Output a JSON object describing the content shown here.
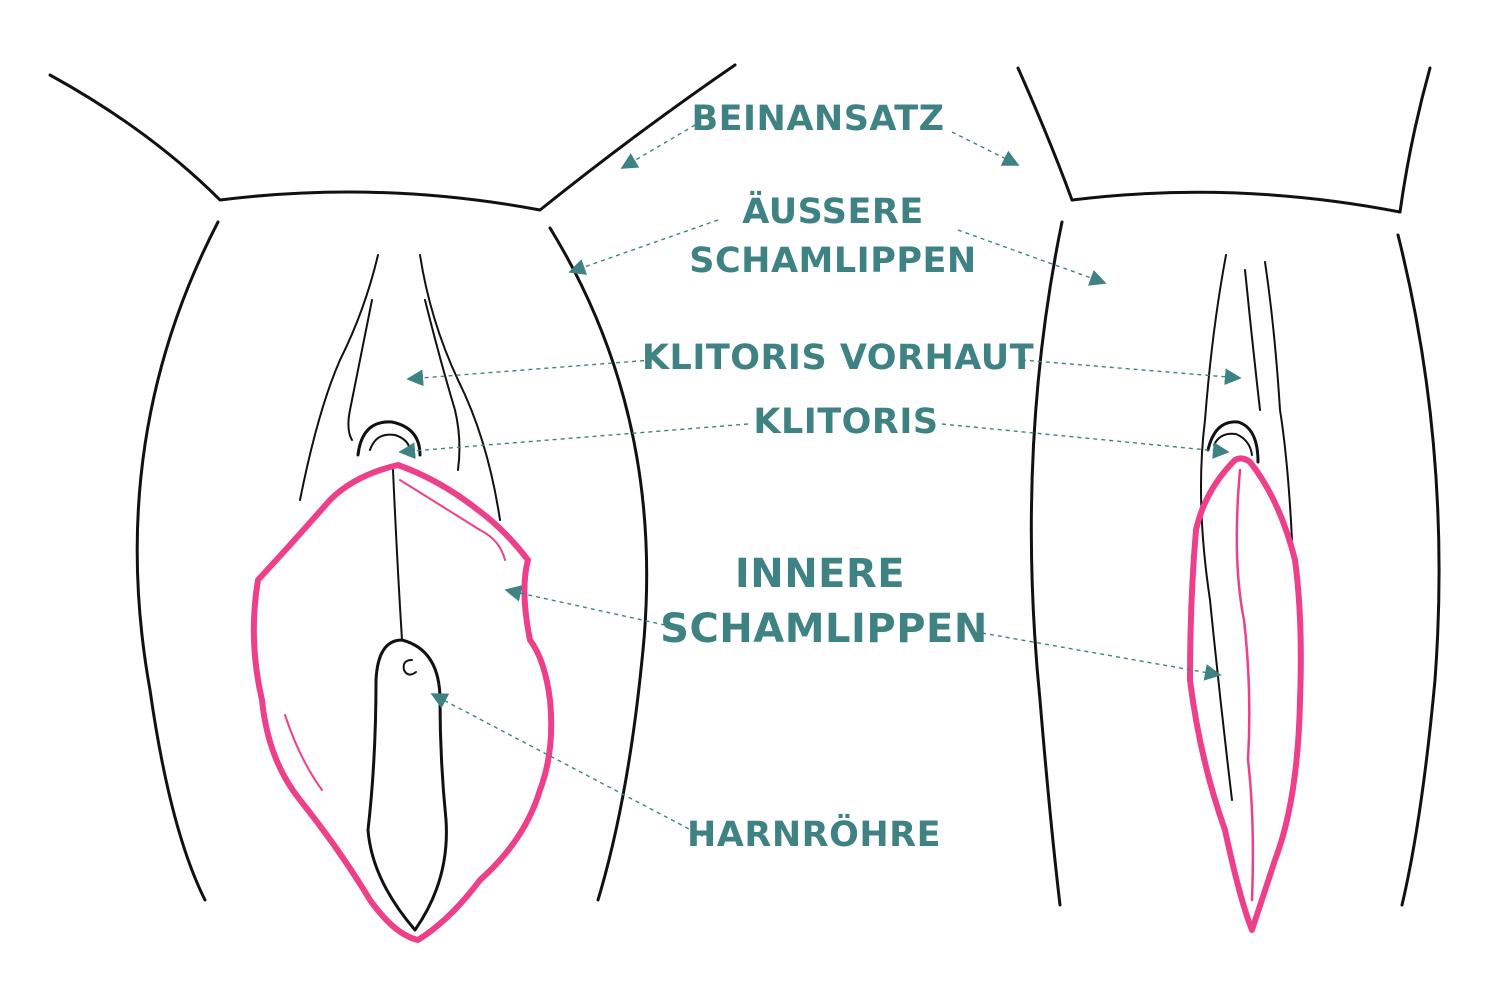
{
  "colors": {
    "label": "#3f8284",
    "labia_outline": "#ee3f8b",
    "line_art": "#111111",
    "background": "#ffffff"
  },
  "labels": {
    "beinansatz": "BEINANSATZ",
    "aeussere_line1": "ÄUSSERE",
    "aeussere_line2": "SCHAMLIPPEN",
    "klitoris_vorhaut": "KLITORIS VORHAUT",
    "klitoris": "KLITORIS",
    "innere_line1": "INNERE",
    "innere_line2": "SCHAMLIPPEN",
    "harnroehre": "HARNRÖHRE"
  }
}
